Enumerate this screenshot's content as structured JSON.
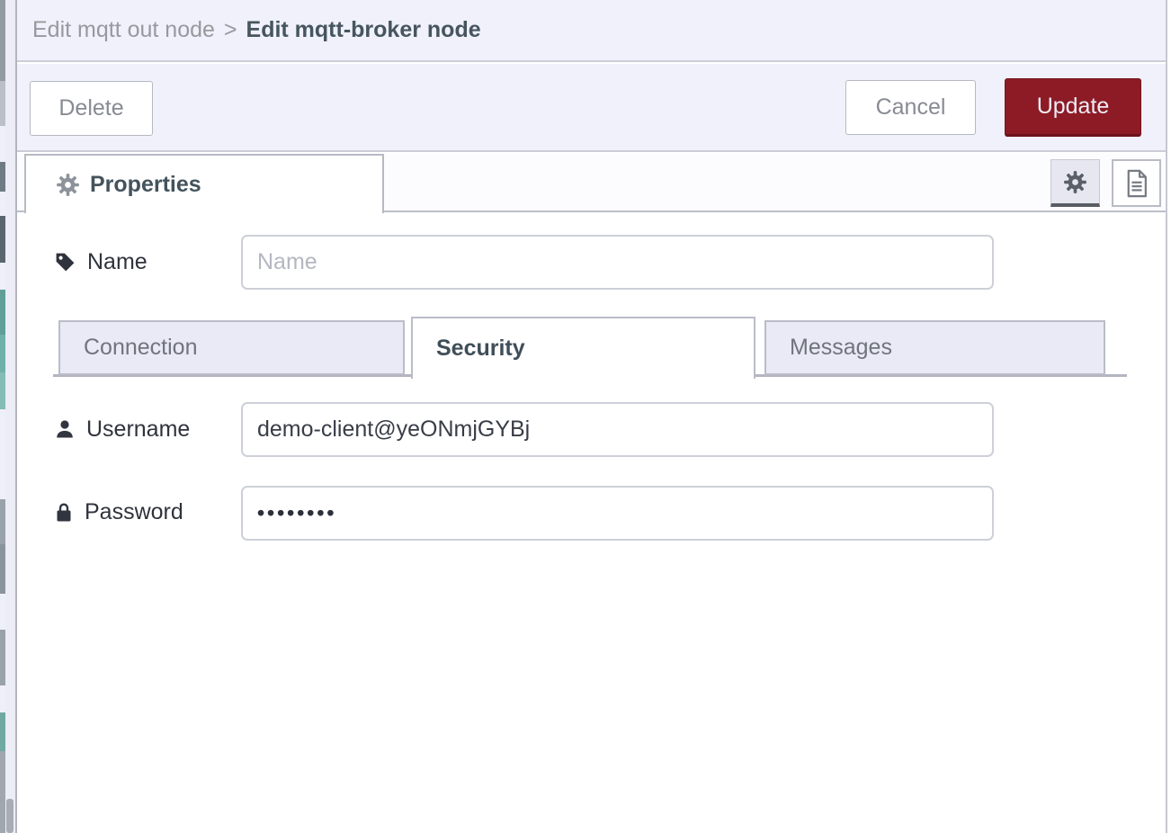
{
  "breadcrumb": {
    "parent": "Edit mqtt out node",
    "separator": ">",
    "current": "Edit mqtt-broker node"
  },
  "toolbar": {
    "delete_label": "Delete",
    "cancel_label": "Cancel",
    "update_label": "Update"
  },
  "editor_tabs": {
    "properties_label": "Properties",
    "icons": [
      "cog-icon",
      "file-doc-icon"
    ]
  },
  "form": {
    "name": {
      "label": "Name",
      "value": "",
      "placeholder": "Name",
      "icon": "tag-icon"
    },
    "tabs": [
      {
        "label": "Connection",
        "active": false
      },
      {
        "label": "Security",
        "active": true
      },
      {
        "label": "Messages",
        "active": false
      }
    ],
    "username": {
      "label": "Username",
      "value": "demo-client@yeONmjGYBj",
      "icon": "user-icon"
    },
    "password": {
      "label": "Password",
      "masked_value": "••••••••",
      "icon": "lock-icon"
    }
  },
  "colors": {
    "accent_red": "#8C1B26",
    "header_bg": "#F0F1FA",
    "inactive_tab_bg": "#E9EAF5",
    "border_gray": "#B9BCC6",
    "heading_text": "#46555F"
  }
}
